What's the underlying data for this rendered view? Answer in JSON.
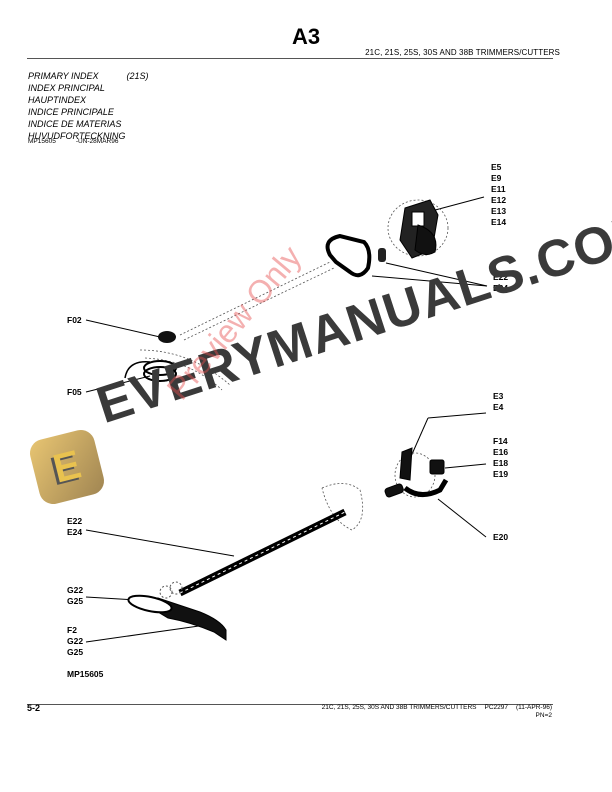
{
  "header": {
    "section_code": "A3",
    "subtitle": "21C, 21S, 25S, 30S AND 38B TRIMMERS/CUTTERS"
  },
  "index": {
    "items": [
      {
        "label": "PRIMARY INDEX",
        "code": "(21S)"
      },
      {
        "label": "INDEX PRINCIPAL"
      },
      {
        "label": "HAUPTINDEX"
      },
      {
        "label": "INDICE PRINCIPALE"
      },
      {
        "label": "INDICE DE MATERIAS"
      },
      {
        "label": "HUVUDFORTECKNING"
      }
    ],
    "ref_id": "MP15605",
    "ref_date": "-UN-28MAR96"
  },
  "callouts": {
    "engine_top": [
      "E5",
      "E9",
      "E11",
      "E12",
      "E13",
      "E14"
    ],
    "handle": [
      "E22",
      "E24"
    ],
    "head_top": [
      "F02"
    ],
    "spool": [
      "F05"
    ],
    "engine_cover": [
      "E3",
      "E4"
    ],
    "throttle": [
      "F14",
      "E16",
      "E18",
      "E19"
    ],
    "clamp": [
      "E20"
    ],
    "shaft": [
      "E22",
      "E24"
    ],
    "guard_head": [
      "G22",
      "G25"
    ],
    "guard": [
      "F2",
      "G22",
      "G25"
    ]
  },
  "figure_id": "MP15605",
  "footer": {
    "page": "5-2",
    "title": "21C, 21S, 25S, 30S AND 38B TRIMMERS/CUTTERS",
    "doc_code": "PC2297",
    "date": "(11-APR-96)",
    "sub": "PN=2"
  },
  "watermark": {
    "brand": "EVERYMANUALS.COM",
    "preview": "Preview Only",
    "logo_letter": "E",
    "logo_color": "#d6b36a",
    "text_color": "#3a3a3a",
    "preview_color": "#e65050"
  }
}
